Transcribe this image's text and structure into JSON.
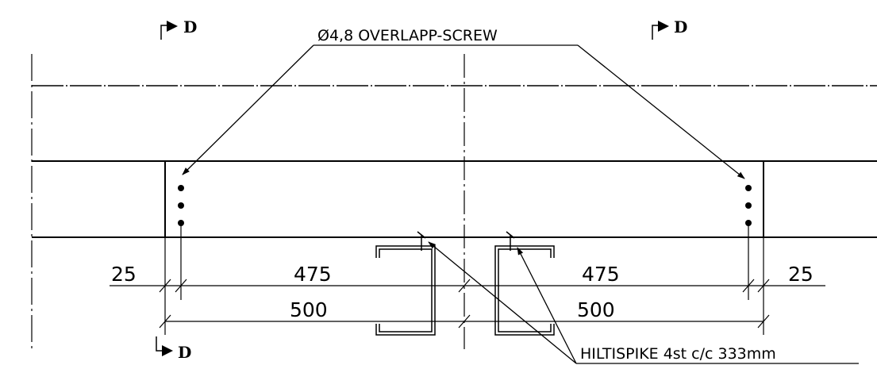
{
  "section_marks": {
    "top_left": "D",
    "top_right": "D",
    "bottom_left": "D"
  },
  "labels": {
    "screw": "Ø4,8 OVERLAPP-SCREW",
    "hiltispike": "HILTISPIKE 4st c/c 333mm"
  },
  "dimensions": {
    "left_edge": "25",
    "left_inner": "475",
    "left_total": "500",
    "right_inner": "475",
    "right_total": "500",
    "right_edge": "25"
  }
}
